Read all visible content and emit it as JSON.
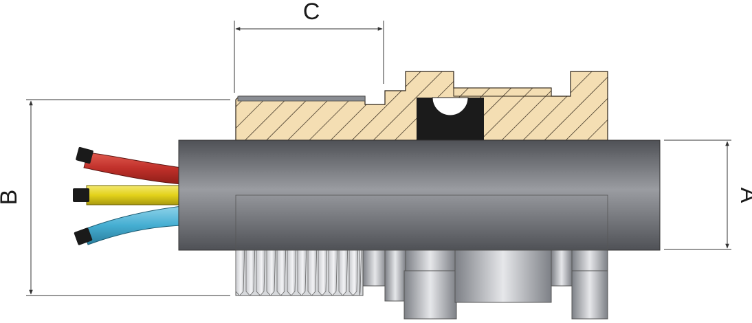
{
  "diagram": {
    "labels": {
      "a": "A",
      "b": "B",
      "c": "C"
    },
    "colors": {
      "body_fill": "#f4deb3",
      "hatch": "#2a2015",
      "seal": "#1b1b1b",
      "cable_dark": "#4f5156",
      "cable_light": "#9a9ca1",
      "metal_light": "#e6e7ea",
      "metal_dark": "#7d8086",
      "wire_red": "#c0302a",
      "wire_yellow": "#e3d21a",
      "wire_blue": "#45aed2",
      "wire_tip": "#1a1a1a"
    }
  }
}
